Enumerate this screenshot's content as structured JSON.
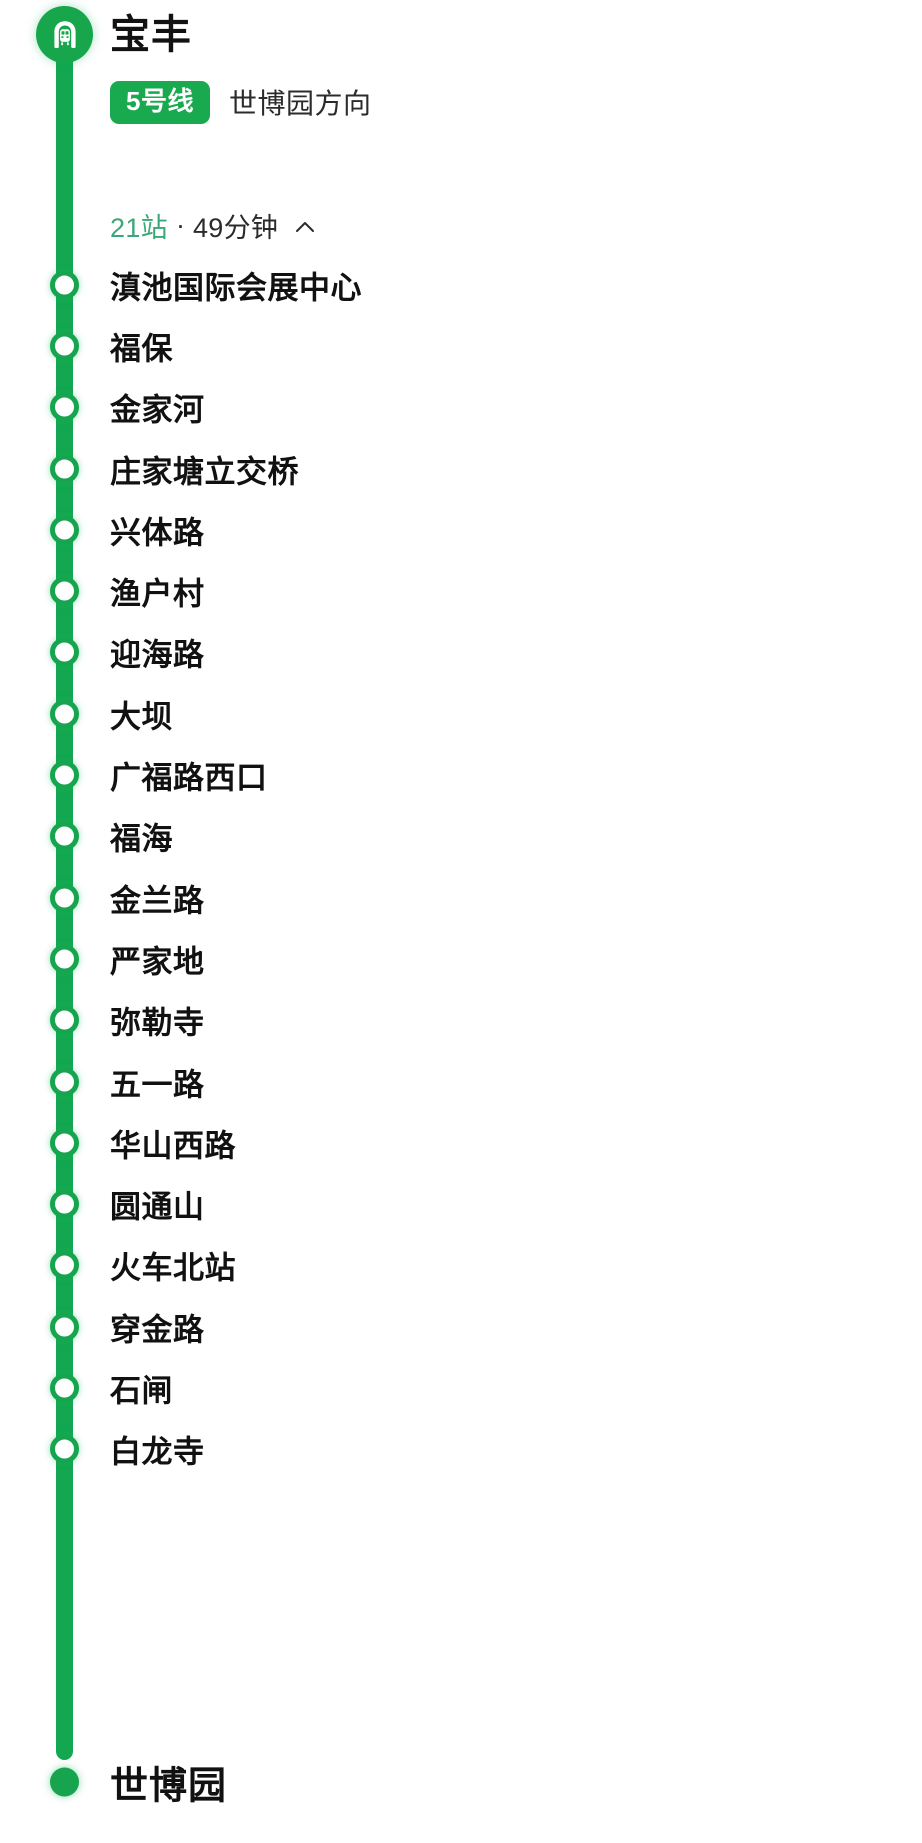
{
  "header": {
    "icon": "metro-train-icon",
    "station_name": "宝丰",
    "icon_color": "#17a64c"
  },
  "line": {
    "badge_label": "5号线",
    "badge_color": "#19a94f",
    "direction_label": "世博园方向"
  },
  "summary": {
    "stops_label": "21站",
    "separator": "·",
    "duration_label": "49分钟",
    "collapse_icon": "chevron-up-icon",
    "stops_color": "#3aa87a"
  },
  "route": {
    "line_color": "#12a750",
    "stations": [
      {
        "name": "滇池国际会展中心"
      },
      {
        "name": "福保"
      },
      {
        "name": "金家河"
      },
      {
        "name": "庄家塘立交桥"
      },
      {
        "name": "兴体路"
      },
      {
        "name": "渔户村"
      },
      {
        "name": "迎海路"
      },
      {
        "name": "大坝"
      },
      {
        "name": "广福路西口"
      },
      {
        "name": "福海"
      },
      {
        "name": "金兰路"
      },
      {
        "name": "严家地"
      },
      {
        "name": "弥勒寺"
      },
      {
        "name": "五一路"
      },
      {
        "name": "华山西路"
      },
      {
        "name": "圆通山"
      },
      {
        "name": "火车北站"
      },
      {
        "name": "穿金路"
      },
      {
        "name": "石闸"
      },
      {
        "name": "白龙寺"
      }
    ],
    "terminal": {
      "name": "世博园"
    }
  }
}
